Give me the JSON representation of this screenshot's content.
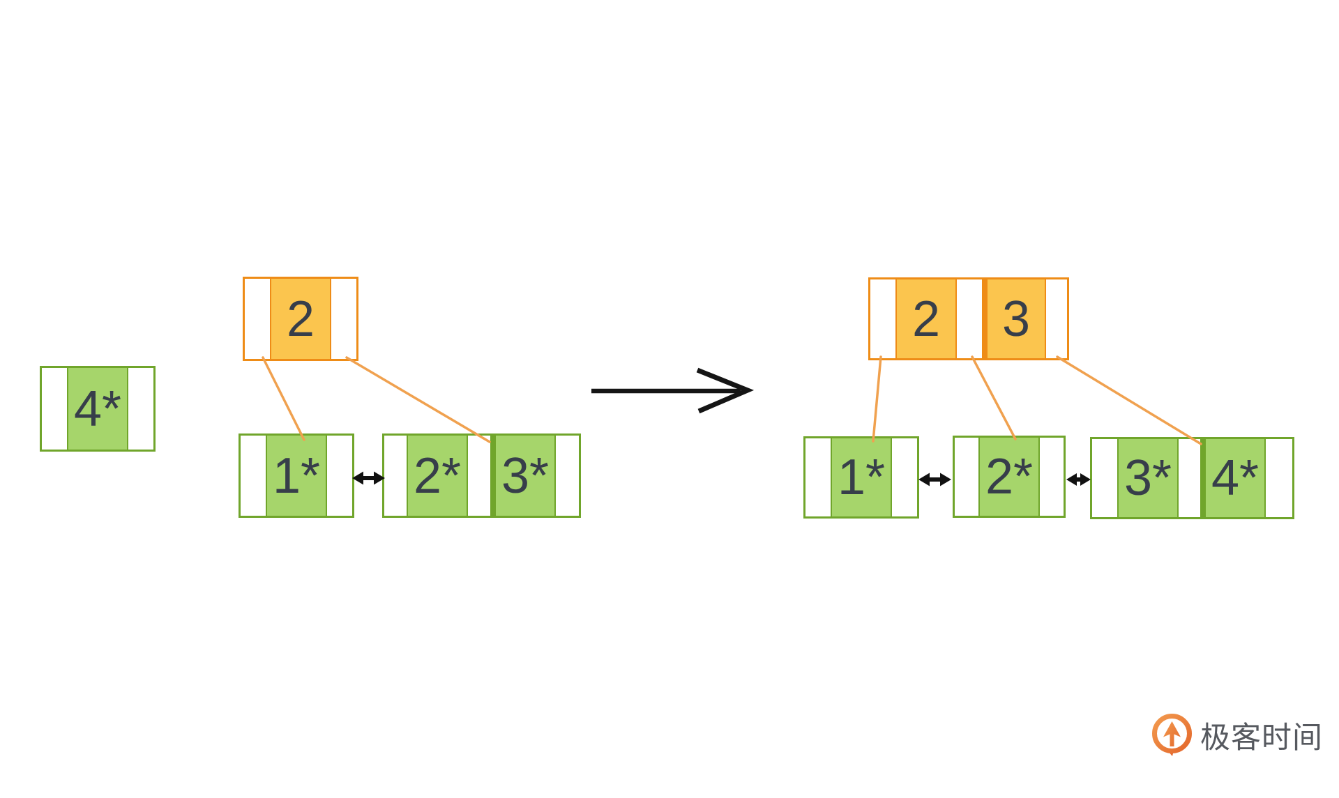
{
  "diagram": {
    "before": {
      "insert_record": {
        "label": "4*"
      },
      "root": {
        "key1": "2"
      },
      "leaf1": {
        "key1": "1*"
      },
      "leaf2": {
        "key1": "2*",
        "key2": "3*"
      }
    },
    "after": {
      "root": {
        "key1": "2",
        "key2": "3"
      },
      "leaf1": {
        "key1": "1*"
      },
      "leaf2": {
        "key1": "2*"
      },
      "leaf3": {
        "key1": "3*",
        "key2": "4*"
      }
    },
    "colors": {
      "leaf_fill": "#a6d56b",
      "leaf_border": "#70a52b",
      "index_fill": "#fbc54e",
      "index_border": "#ee8c17",
      "pointer_line": "#f0a14f",
      "arrow": "#151515",
      "text": "#373e4a"
    }
  },
  "footer": {
    "brand": "极客时间",
    "logo_icon": "geektime-logo-icon"
  }
}
